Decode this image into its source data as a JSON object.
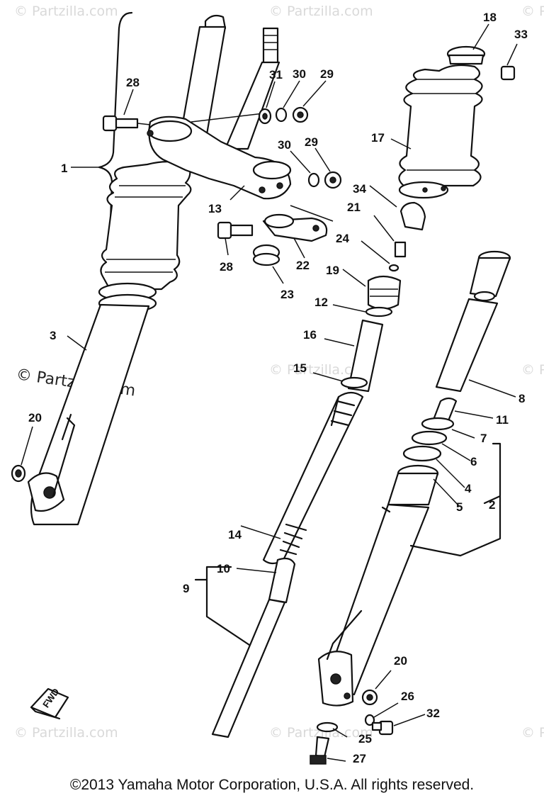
{
  "watermark": "© Partzilla.com",
  "watermark_prominent": "© Partzilla.com",
  "fwd_label": "FWD",
  "copyright": "©2013 Yamaha Motor Corporation, U.S.A. All rights reserved.",
  "callouts": {
    "c1": "1",
    "c2": "2",
    "c3": "3",
    "c4": "4",
    "c5": "5",
    "c6": "6",
    "c7": "7",
    "c8": "8",
    "c9": "9",
    "c10": "10",
    "c11": "11",
    "c12": "12",
    "c13": "13",
    "c14": "14",
    "c15": "15",
    "c16": "16",
    "c17": "17",
    "c18": "18",
    "c19": "19",
    "c20a": "20",
    "c20b": "20",
    "c21": "21",
    "c22": "22",
    "c23": "23",
    "c24": "24",
    "c25": "25",
    "c26": "26",
    "c27": "27",
    "c28a": "28",
    "c28b": "28",
    "c29a": "29",
    "c29b": "29",
    "c30a": "30",
    "c30b": "30",
    "c31": "31",
    "c32": "32",
    "c33": "33",
    "c34": "34"
  }
}
